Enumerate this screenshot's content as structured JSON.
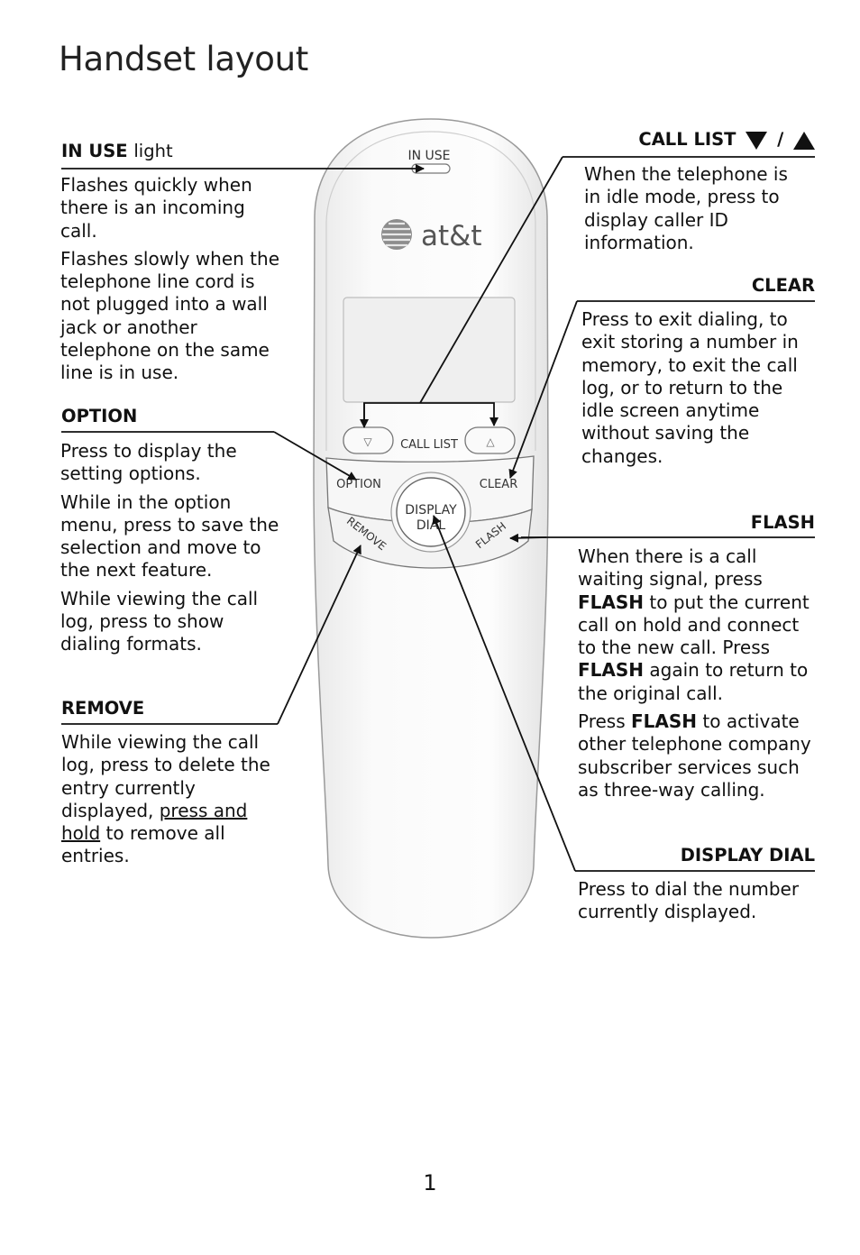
{
  "page": {
    "title": "Handset layout",
    "page_number": "1"
  },
  "handset": {
    "in_use_label": "IN USE",
    "brand": "at&t",
    "call_list_label": "CALL LIST",
    "option_label": "OPTION",
    "clear_label": "CLEAR",
    "display_label": "DISPLAY",
    "dial_label": "DIAL",
    "remove_label": "REMOVE",
    "flash_label": "FLASH",
    "down_arrow": "▽",
    "up_arrow": "△"
  },
  "in_use": {
    "heading": "IN USE",
    "heading_suffix": "light",
    "p1": "Flashes quickly when there is an incoming call.",
    "p2": "Flashes slowly when the telephone line cord is not plugged into a wall jack or another telephone on the same line is in use."
  },
  "option": {
    "heading": "OPTION",
    "p1": "Press to display the setting options.",
    "p2": "While in the option menu, press to save the selection and move to the next feature.",
    "p3": "While viewing the call log, press to show dialing formats."
  },
  "remove": {
    "heading": "REMOVE",
    "p1": "While viewing the call log, press to delete the entry currently displayed,",
    "p1_underlined": "press and hold",
    "p1_tail": "to remove all entries."
  },
  "call_list": {
    "heading": "CALL LIST",
    "separator": "/",
    "down_icon": "down-triangle",
    "up_icon": "up-triangle",
    "p1": "When the telephone is in idle mode, press to display caller ID information."
  },
  "clear": {
    "heading": "CLEAR",
    "p1": "Press to exit dialing, to exit storing a number in memory, to exit the call log, or to return to the idle screen anytime without saving the changes."
  },
  "flash": {
    "heading": "FLASH",
    "p1_a": "When there is a call waiting signal, press",
    "p1_b": "FLASH",
    "p1_c": "to put the current call on hold and connect to the new call. Press",
    "p1_d": "FLASH",
    "p1_e": "again to return to the original call.",
    "p2_a": "Press",
    "p2_b": "FLASH",
    "p2_c": "to activate other telephone company subscriber services such as three-way calling."
  },
  "display_dial": {
    "heading": "DISPLAY DIAL",
    "p1": "Press to dial the number currently displayed."
  }
}
